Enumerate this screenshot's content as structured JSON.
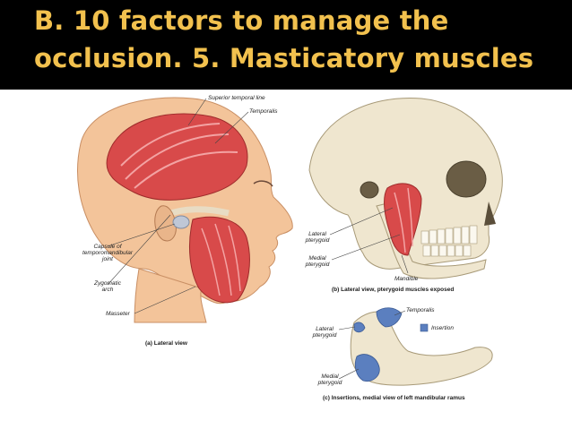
{
  "slide": {
    "title_line1": "B. 10 factors to manage the",
    "title_line2": "occlusion.  5. Masticatory muscles"
  },
  "labels": {
    "superior_temporal_line": "Superior temporal line",
    "temporalis": "Temporalis",
    "capsule": [
      "Capsule of",
      "temporomandibular",
      "joint"
    ],
    "zygomatic": [
      "Zygomatic",
      "arch"
    ],
    "masseter": "Masseter",
    "lateral_pterygoid": [
      "Lateral",
      "pterygoid"
    ],
    "medial_pterygoid": [
      "Medial",
      "pterygoid"
    ],
    "mandible": "Mandible",
    "temporalis_b": "Temporalis",
    "insertion": "Insertion",
    "lateral_pterygoid_c": [
      "Lateral",
      "pterygoid"
    ],
    "medial_pterygoid_c": [
      "Medial",
      "pterygoid"
    ]
  },
  "captions": {
    "a": "(a) Lateral view",
    "b": "(b) Lateral view, pterygoid muscles exposed",
    "c": "(c) Insertions, medial view of left mandibular ramus"
  },
  "colors": {
    "title_bg": "#000000",
    "title_text": "#f2c14e",
    "skin": "#f3c49a",
    "muscle": "#d84a4a",
    "bone": "#efe6cf",
    "insertion": "#5b7fbf"
  }
}
